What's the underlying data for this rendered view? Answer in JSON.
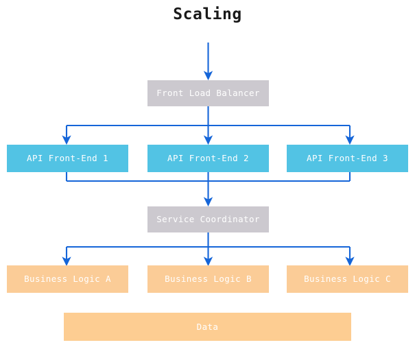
{
  "title": "Scaling",
  "colors": {
    "background": "#ffffff",
    "title_text": "#1a1a1a",
    "node_text": "#ffffff",
    "gray_node": "#ccc9cf",
    "blue_node": "#52c3e4",
    "orange_node": "#fbcc97",
    "data_node": "#fdcd92",
    "edge": "#1565d8"
  },
  "nodes": {
    "front_load_balancer": {
      "label": "Front Load Balancer"
    },
    "api_front_end_1": {
      "label": "API Front-End 1"
    },
    "api_front_end_2": {
      "label": "API Front-End 2"
    },
    "api_front_end_3": {
      "label": "API Front-End 3"
    },
    "service_coordinator": {
      "label": "Service Coordinator"
    },
    "business_logic_a": {
      "label": "Business Logic A"
    },
    "business_logic_b": {
      "label": "Business Logic B"
    },
    "business_logic_c": {
      "label": "Business Logic C"
    },
    "data_store": {
      "label": "Data"
    }
  },
  "chart_data": {
    "type": "diagram",
    "title": "Scaling",
    "layers": [
      {
        "name": "entry",
        "nodes": [
          "front_load_balancer"
        ]
      },
      {
        "name": "api-tier",
        "nodes": [
          "api_front_end_1",
          "api_front_end_2",
          "api_front_end_3"
        ]
      },
      {
        "name": "coordination",
        "nodes": [
          "service_coordinator"
        ]
      },
      {
        "name": "business-tier",
        "nodes": [
          "business_logic_a",
          "business_logic_b",
          "business_logic_c"
        ]
      },
      {
        "name": "data-tier",
        "nodes": [
          "data_store"
        ]
      }
    ],
    "edges": [
      {
        "from": "external",
        "to": "front_load_balancer"
      },
      {
        "from": "front_load_balancer",
        "to": "api_front_end_1"
      },
      {
        "from": "front_load_balancer",
        "to": "api_front_end_2"
      },
      {
        "from": "front_load_balancer",
        "to": "api_front_end_3"
      },
      {
        "from": "api_front_end_1",
        "to": "service_coordinator"
      },
      {
        "from": "api_front_end_2",
        "to": "service_coordinator"
      },
      {
        "from": "api_front_end_3",
        "to": "service_coordinator"
      },
      {
        "from": "service_coordinator",
        "to": "business_logic_a"
      },
      {
        "from": "service_coordinator",
        "to": "business_logic_b"
      },
      {
        "from": "service_coordinator",
        "to": "business_logic_c"
      }
    ]
  }
}
